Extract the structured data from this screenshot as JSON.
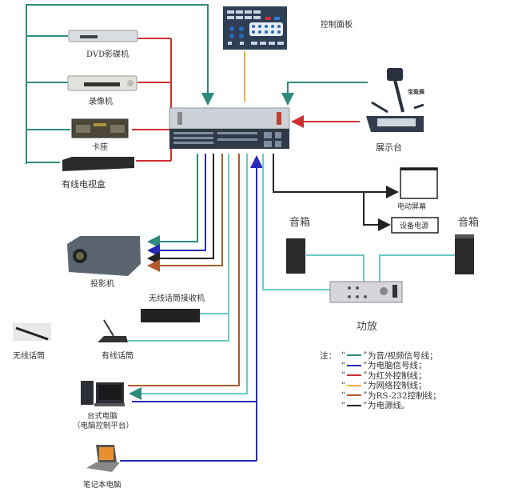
{
  "title": "控制面板",
  "devices": {
    "dvd": "DVD影碟机",
    "vcr": "录像机",
    "cassette": "卡座",
    "cable_box": "有线电视盒",
    "control_panel": "控制面板",
    "visualizer": "展示台",
    "visualizer_brand": "宝盈展",
    "motor_screen": "电动屏幕",
    "power_supply": "设备电源",
    "speaker_left": "音箱",
    "speaker_right": "音箱",
    "amplifier": "功放",
    "projector": "投影机",
    "wireless_receiver": "无线话筒接收机",
    "wireless_mic": "无线话筒",
    "wired_mic": "有线话筒",
    "desktop_pc": "台式电脑",
    "desktop_pc_sub": "（电脑控制平台）",
    "laptop": "笔记本电脑"
  },
  "colors": {
    "av": "#2e8b7a",
    "av_light": "#6cc9c4",
    "computer": "#2a2ab8",
    "infrared": "#d03030",
    "network": "#e8b040",
    "rs232": "#b05a2a",
    "power": "#222222"
  },
  "legend": {
    "note": "注：",
    "items": [
      {
        "color": "#2e8b7a",
        "text": "为音/视频信号线；"
      },
      {
        "color": "#2a2ab8",
        "text": "为电脑信号线；"
      },
      {
        "color": "#d03030",
        "text": "为红外控制线；"
      },
      {
        "color": "#e8b040",
        "text": "为网络控制线；"
      },
      {
        "color": "#b05a2a",
        "text": "为RS-232控制线；"
      },
      {
        "color": "#222222",
        "text": "为电源线。"
      }
    ]
  }
}
